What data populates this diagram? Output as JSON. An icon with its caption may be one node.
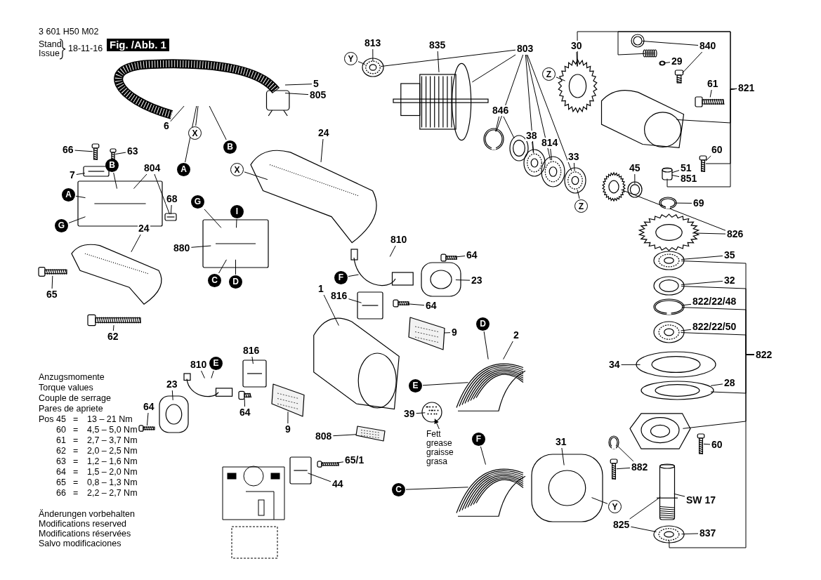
{
  "diagram": {
    "title": "Fig. /Abb. 1",
    "nodes": [
      {
        "text": [
          "6"
        ]
      },
      {
        "text": [],
        "shape": "picture"
      },
      {
        "text": [
          "5"
        ]
      },
      {
        "text": [
          "805"
        ]
      },
      {
        "text": [
          "X"
        ]
      },
      {
        "text": [
          "B"
        ]
      },
      {
        "text": [
          "A"
        ]
      },
      {
        "text": [
          "66"
        ]
      },
      {
        "text": [],
        "shape": "picture"
      },
      {
        "text": [
          "63"
        ]
      },
      {
        "text": [],
        "shape": "picture"
      },
      {
        "text": [
          "7"
        ]
      },
      {
        "text": [],
        "shape": "picture"
      },
      {
        "text": [
          "B"
        ]
      },
      {
        "text": [
          "A"
        ]
      },
      {
        "text": [
          "804"
        ]
      },
      {
        "text": [],
        "shape": "picture"
      },
      {
        "text": [
          "68"
        ]
      },
      {
        "text": [],
        "shape": "picture"
      },
      {
        "text": [
          "G"
        ]
      },
      {
        "text": [
          "G"
        ]
      },
      {
        "text": [
          "I"
        ]
      },
      {
        "text": [
          "880"
        ]
      },
      {
        "text": [],
        "shape": "picture"
      },
      {
        "text": [
          "C"
        ]
      },
      {
        "text": [
          "D"
        ]
      },
      {
        "text": [
          "24"
        ]
      },
      {
        "text": [],
        "shape": "picture"
      },
      {
        "text": [
          "65"
        ]
      },
      {
        "text": [],
        "shape": "picture"
      },
      {
        "text": [
          "62"
        ]
      },
      {
        "text": [],
        "shape": "picture"
      },
      {
        "text": [
          "24"
        ]
      },
      {
        "text": [],
        "shape": "picture"
      },
      {
        "text": [
          "X"
        ]
      },
      {
        "text": [
          "Y"
        ]
      },
      {
        "text": [
          "813"
        ]
      },
      {
        "text": [],
        "shape": "picture"
      },
      {
        "text": [
          "803"
        ]
      },
      {
        "text": [
          "835"
        ]
      },
      {
        "text": [],
        "shape": "picture"
      },
      {
        "text": [
          "846"
        ]
      },
      {
        "text": [],
        "shape": "picture"
      },
      {
        "text": [],
        "shape": "picture"
      },
      {
        "text": [
          "38"
        ]
      },
      {
        "text": [],
        "shape": "picture"
      },
      {
        "text": [
          "814"
        ]
      },
      {
        "text": [],
        "shape": "picture"
      },
      {
        "text": [
          "33"
        ]
      },
      {
        "text": [],
        "shape": "picture"
      },
      {
        "text": [
          "Z"
        ]
      },
      {
        "text": [
          "30"
        ]
      },
      {
        "text": [],
        "shape": "picture"
      },
      {
        "text": [
          "Z"
        ]
      },
      {
        "text": [
          "45"
        ]
      },
      {
        "text": [],
        "shape": "picture"
      },
      {
        "text": [],
        "shape": "picture"
      },
      {
        "text": [
          "840"
        ]
      },
      {
        "text": [],
        "shape": "picture"
      },
      {
        "text": [],
        "shape": "picture"
      },
      {
        "text": [
          "29"
        ]
      },
      {
        "text": [],
        "shape": "picture"
      },
      {
        "text": [],
        "shape": "picture"
      },
      {
        "text": [
          "821"
        ]
      },
      {
        "text": [
          "61"
        ]
      },
      {
        "text": [],
        "shape": "picture"
      },
      {
        "text": [],
        "shape": "picture"
      },
      {
        "text": [
          "60"
        ]
      },
      {
        "text": [],
        "shape": "picture"
      },
      {
        "text": [
          "51"
        ]
      },
      {
        "text": [
          "851"
        ]
      },
      {
        "text": [],
        "shape": "picture"
      },
      {
        "text": [
          "69"
        ]
      },
      {
        "text": [],
        "shape": "picture"
      },
      {
        "text": [
          "826"
        ]
      },
      {
        "text": [],
        "shape": "picture"
      },
      {
        "text": [
          "822"
        ]
      },
      {
        "text": [
          "35"
        ]
      },
      {
        "text": [],
        "shape": "picture"
      },
      {
        "text": [
          "32"
        ]
      },
      {
        "text": [],
        "shape": "picture"
      },
      {
        "text": [
          "822/22/48"
        ]
      },
      {
        "text": [],
        "shape": "picture"
      },
      {
        "text": [
          "822/22/50"
        ]
      },
      {
        "text": [],
        "shape": "picture"
      },
      {
        "text": [
          "34"
        ]
      },
      {
        "text": [],
        "shape": "picture"
      },
      {
        "text": [
          "28"
        ]
      },
      {
        "text": [],
        "shape": "picture"
      },
      {
        "text": [],
        "shape": "picture"
      },
      {
        "text": [
          "60"
        ]
      },
      {
        "text": [],
        "shape": "picture"
      },
      {
        "text": [
          "882"
        ]
      },
      {
        "text": [],
        "shape": "picture"
      },
      {
        "text": [],
        "shape": "picture"
      },
      {
        "text": [
          "SW 17"
        ]
      },
      {
        "text": [],
        "shape": "picture"
      },
      {
        "text": [
          "825"
        ]
      },
      {
        "text": [
          "837"
        ]
      },
      {
        "text": [],
        "shape": "picture"
      },
      {
        "text": [
          "31"
        ]
      },
      {
        "text": [],
        "shape": "picture"
      },
      {
        "text": [
          "Y"
        ]
      },
      {
        "text": [
          "810"
        ]
      },
      {
        "text": [],
        "shape": "picture"
      },
      {
        "text": [
          "F"
        ]
      },
      {
        "text": [
          "64"
        ]
      },
      {
        "text": [],
        "shape": "picture"
      },
      {
        "text": [
          "23"
        ]
      },
      {
        "text": [],
        "shape": "picture"
      },
      {
        "text": [
          "816"
        ]
      },
      {
        "text": [],
        "shape": "picture"
      },
      {
        "text": [
          "64"
        ]
      },
      {
        "text": [],
        "shape": "picture"
      },
      {
        "text": [
          "1"
        ]
      },
      {
        "text": [],
        "shape": "picture"
      },
      {
        "text": [
          "9"
        ]
      },
      {
        "text": [],
        "shape": "picture"
      },
      {
        "text": [
          "9"
        ]
      },
      {
        "text": [],
        "shape": "picture"
      },
      {
        "text": [
          "808"
        ]
      },
      {
        "text": [],
        "shape": "picture"
      },
      {
        "text": [
          "D"
        ]
      },
      {
        "text": [
          "E"
        ]
      },
      {
        "text": [
          "2"
        ]
      },
      {
        "text": [],
        "shape": "picture"
      },
      {
        "text": [
          "39"
        ]
      },
      {
        "text": [],
        "shape": "picture"
      },
      {
        "text": [
          "Fett grease graisse grasa"
        ]
      },
      {
        "text": [
          "F"
        ]
      },
      {
        "text": [
          "C"
        ]
      },
      {
        "text": [],
        "shape": "picture"
      },
      {
        "text": [
          "65/1"
        ]
      },
      {
        "text": [],
        "shape": "picture"
      },
      {
        "text": [
          "44"
        ]
      },
      {
        "text": [],
        "shape": "picture"
      },
      {
        "text": [
          "816"
        ]
      },
      {
        "text": [],
        "shape": "picture"
      },
      {
        "text": [
          "810"
        ]
      },
      {
        "text": [],
        "shape": "picture"
      },
      {
        "text": [
          "E"
        ]
      },
      {
        "text": [
          "64"
        ]
      },
      {
        "text": [],
        "shape": "picture"
      },
      {
        "text": [
          "23"
        ]
      },
      {
        "text": [],
        "shape": "picture"
      },
      {
        "text": [
          "64"
        ]
      },
      {
        "text": [],
        "shape": "picture"
      }
    ],
    "edges": [
      {
        "from": 0,
        "to": 1,
        "arrow": "none"
      },
      {
        "from": 2,
        "to": 1,
        "arrow": "none"
      },
      {
        "from": 3,
        "to": 1,
        "arrow": "none"
      },
      {
        "from": 4,
        "to": 1,
        "arrow": "none"
      },
      {
        "from": 5,
        "to": 1,
        "arrow": "none"
      },
      {
        "from": 6,
        "to": 1,
        "arrow": "none"
      },
      {
        "from": 7,
        "to": 8,
        "arrow": "none"
      },
      {
        "from": 9,
        "to": 10,
        "arrow": "none"
      },
      {
        "from": 11,
        "to": 12,
        "arrow": "none"
      },
      {
        "from": 13,
        "to": 16,
        "arrow": "none"
      },
      {
        "from": 14,
        "to": 16,
        "arrow": "none"
      },
      {
        "from": 15,
        "to": 16,
        "arrow": "none"
      },
      {
        "from": 15,
        "to": 18,
        "arrow": "none"
      },
      {
        "from": 17,
        "to": 18,
        "arrow": "none"
      },
      {
        "from": 19,
        "to": 16,
        "arrow": "none"
      },
      {
        "from": 20,
        "to": 23,
        "arrow": "none"
      },
      {
        "from": 21,
        "to": 23,
        "arrow": "none"
      },
      {
        "from": 22,
        "to": 23,
        "arrow": "none"
      },
      {
        "from": 24,
        "to": 23,
        "arrow": "none"
      },
      {
        "from": 25,
        "to": 23,
        "arrow": "none"
      },
      {
        "from": 26,
        "to": 27,
        "arrow": "none"
      },
      {
        "from": 28,
        "to": 29,
        "arrow": "none"
      },
      {
        "from": 30,
        "to": 31,
        "arrow": "none"
      },
      {
        "from": 32,
        "to": 33,
        "arrow": "none"
      },
      {
        "from": 34,
        "to": 33,
        "arrow": "none"
      },
      {
        "from": 35,
        "to": 37,
        "arrow": "none"
      },
      {
        "from": 36,
        "to": 37,
        "arrow": "none"
      },
      {
        "from": 38,
        "to": 37,
        "arrow": "none"
      },
      {
        "from": 38,
        "to": 40,
        "arrow": "none"
      },
      {
        "from": 38,
        "to": 42,
        "arrow": "none"
      },
      {
        "from": 38,
        "to": 45,
        "arrow": "none"
      },
      {
        "from": 38,
        "to": 47,
        "arrow": "none"
      },
      {
        "from": 38,
        "to": 49,
        "arrow": "none"
      },
      {
        "from": 39,
        "to": 40,
        "arrow": "none"
      },
      {
        "from": 41,
        "to": 42,
        "arrow": "none"
      },
      {
        "from": 41,
        "to": 43,
        "arrow": "none"
      },
      {
        "from": 44,
        "to": 45,
        "arrow": "none"
      },
      {
        "from": 46,
        "to": 47,
        "arrow": "none"
      },
      {
        "from": 48,
        "to": 49,
        "arrow": "none"
      },
      {
        "from": 50,
        "to": 52,
        "arrow": "none"
      },
      {
        "from": 51,
        "to": 52,
        "arrow": "none"
      },
      {
        "from": 53,
        "to": 49,
        "arrow": "none"
      },
      {
        "from": 54,
        "to": 55,
        "arrow": "none"
      },
      {
        "from": 57,
        "to": 58,
        "arrow": "none"
      },
      {
        "from": 57,
        "to": 62,
        "arrow": "none"
      },
      {
        "from": 60,
        "to": 61,
        "arrow": "none"
      },
      {
        "from": 63,
        "to": 52,
        "arrow": "none"
      },
      {
        "from": 63,
        "to": 59,
        "arrow": "none"
      },
      {
        "from": 63,
        "to": 66,
        "arrow": "none"
      },
      {
        "from": 63,
        "to": 68,
        "arrow": "none"
      },
      {
        "from": 63,
        "to": 71,
        "arrow": "none"
      },
      {
        "from": 64,
        "to": 65,
        "arrow": "none"
      },
      {
        "from": 67,
        "to": 68,
        "arrow": "none"
      },
      {
        "from": 69,
        "to": 71,
        "arrow": "none"
      },
      {
        "from": 70,
        "to": 71,
        "arrow": "none"
      },
      {
        "from": 72,
        "to": 73,
        "arrow": "none"
      },
      {
        "from": 74,
        "to": 75,
        "arrow": "none"
      },
      {
        "from": 74,
        "to": 56,
        "arrow": "none"
      },
      {
        "from": 76,
        "to": 78,
        "arrow": "none"
      },
      {
        "from": 76,
        "to": 80,
        "arrow": "none"
      },
      {
        "from": 76,
        "to": 82,
        "arrow": "none"
      },
      {
        "from": 76,
        "to": 84,
        "arrow": "none"
      },
      {
        "from": 76,
        "to": 88,
        "arrow": "none"
      },
      {
        "from": 76,
        "to": 89,
        "arrow": "none"
      },
      {
        "from": 76,
        "to": 99,
        "arrow": "none"
      },
      {
        "from": 77,
        "to": 78,
        "arrow": "none"
      },
      {
        "from": 79,
        "to": 80,
        "arrow": "none"
      },
      {
        "from": 81,
        "to": 82,
        "arrow": "none"
      },
      {
        "from": 83,
        "to": 84,
        "arrow": "none"
      },
      {
        "from": 85,
        "to": 86,
        "arrow": "none"
      },
      {
        "from": 87,
        "to": 88,
        "arrow": "none"
      },
      {
        "from": 90,
        "to": 91,
        "arrow": "none"
      },
      {
        "from": 92,
        "to": 93,
        "arrow": "none"
      },
      {
        "from": 92,
        "to": 94,
        "arrow": "none"
      },
      {
        "from": 95,
        "to": 96,
        "arrow": "none"
      },
      {
        "from": 97,
        "to": 96,
        "arrow": "none"
      },
      {
        "from": 97,
        "to": 99,
        "arrow": "none"
      },
      {
        "from": 98,
        "to": 99,
        "arrow": "none"
      },
      {
        "from": 100,
        "to": 101,
        "arrow": "none"
      },
      {
        "from": 102,
        "to": 101,
        "arrow": "none"
      },
      {
        "from": 103,
        "to": 104,
        "arrow": "none"
      },
      {
        "from": 105,
        "to": 104,
        "arrow": "none"
      },
      {
        "from": 106,
        "to": 107,
        "arrow": "none"
      },
      {
        "from": 108,
        "to": 109,
        "arrow": "none"
      },
      {
        "from": 110,
        "to": 111,
        "arrow": "none"
      },
      {
        "from": 112,
        "to": 113,
        "arrow": "none"
      },
      {
        "from": 114,
        "to": 115,
        "arrow": "none"
      },
      {
        "from": 116,
        "to": 117,
        "arrow": "none"
      },
      {
        "from": 118,
        "to": 119,
        "arrow": "none"
      },
      {
        "from": 120,
        "to": 121,
        "arrow": "none"
      },
      {
        "from": 122,
        "to": 125,
        "arrow": "none"
      },
      {
        "from": 123,
        "to": 125,
        "arrow": "none"
      },
      {
        "from": 124,
        "to": 125,
        "arrow": "none"
      },
      {
        "from": 126,
        "to": 127,
        "arrow": "none"
      },
      {
        "from": 128,
        "to": 127,
        "arrow": "to"
      },
      {
        "from": 129,
        "to": 131,
        "arrow": "none"
      },
      {
        "from": 130,
        "to": 131,
        "arrow": "none"
      },
      {
        "from": 132,
        "to": 133,
        "arrow": "none"
      },
      {
        "from": 134,
        "to": 135,
        "arrow": "none"
      },
      {
        "from": 136,
        "to": 137,
        "arrow": "none"
      },
      {
        "from": 138,
        "to": 139,
        "arrow": "none"
      },
      {
        "from": 140,
        "to": 139,
        "arrow": "none"
      },
      {
        "from": 141,
        "to": 142,
        "arrow": "none"
      },
      {
        "from": 143,
        "to": 144,
        "arrow": "none"
      },
      {
        "from": 145,
        "to": 146,
        "arrow": "none"
      }
    ],
    "labels": [
      "3 601 H50 M02",
      "Stand",
      "Issue",
      "18-11-16",
      "Anzugsmomente",
      "Torque values",
      "Couple de serrage",
      "Pares de apriete",
      "Pos",
      "45",
      "=",
      "13 – 21 Nm",
      "60",
      "=",
      "4,5 – 5,0 Nm",
      "61",
      "=",
      "2,7 – 3,7 Nm",
      "62",
      "=",
      "2,0 – 2,5 Nm",
      "63",
      "=",
      "1,2 – 1,6 Nm",
      "64",
      "=",
      "1,5 – 2,0 Nm",
      "65",
      "=",
      "0,8 – 1,3 Nm",
      "66",
      "=",
      "2,2 – 2,7 Nm",
      "Änderungen vorbehalten",
      "Modifications reserved",
      "Modifications réservées",
      "Salvo modificaciones"
    ]
  }
}
